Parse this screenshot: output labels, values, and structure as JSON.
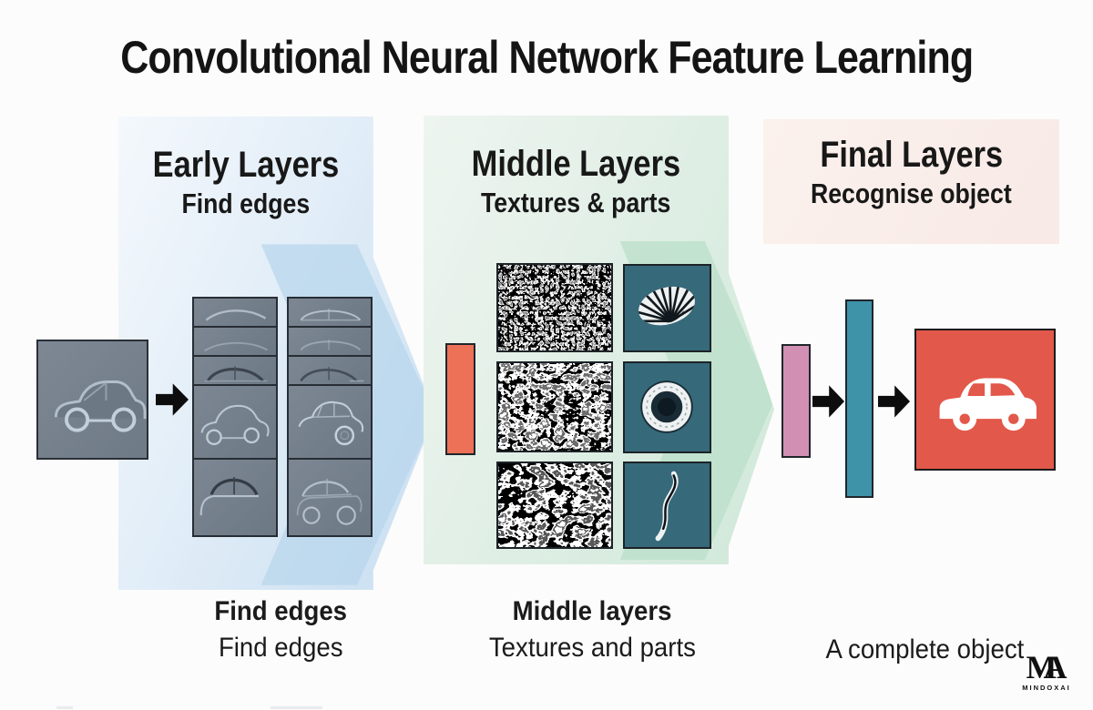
{
  "title": "Convolutional Neural Network Feature Learning",
  "panels": {
    "early": {
      "title": "Early Layers",
      "subtitle": "Find edges",
      "bg": "#d7e7f5",
      "chevron": "#b7d5ec"
    },
    "middle": {
      "title": "Middle Layers",
      "subtitle": "Textures & parts",
      "bg": "#ddeee4",
      "chevron": "#bce0cb"
    },
    "final": {
      "title": "Final Layers",
      "subtitle": "Recognise object",
      "bg": "#f9edea"
    }
  },
  "captions": {
    "early_bold": "Find edges",
    "early_regular": "Find edges",
    "middle_bold": "Middle layers",
    "middle_regular": "Textures and parts",
    "final_regular": "A complete object"
  },
  "logo": {
    "m": "M",
    "a": "A",
    "name": "MINDOXAI"
  },
  "icons": {
    "flow_arrows": "arrow-right-icon",
    "input": "embossed-car-image",
    "feature_maps": "edge-feature-tiles",
    "mid_features": [
      "texture-patch",
      "shell-part",
      "ring-part",
      "stripe-part"
    ],
    "output": "car-icon"
  },
  "colors": {
    "conv_bar_orange": "#ec7157",
    "conv_bar_pink": "#d190b3",
    "conv_bar_teal": "#3f93a9",
    "part_tile_teal": "#36697a",
    "feature_tile_slate": "#727d8a",
    "output_red": "#e2584a",
    "arrow_black": "#0d0d0d"
  }
}
